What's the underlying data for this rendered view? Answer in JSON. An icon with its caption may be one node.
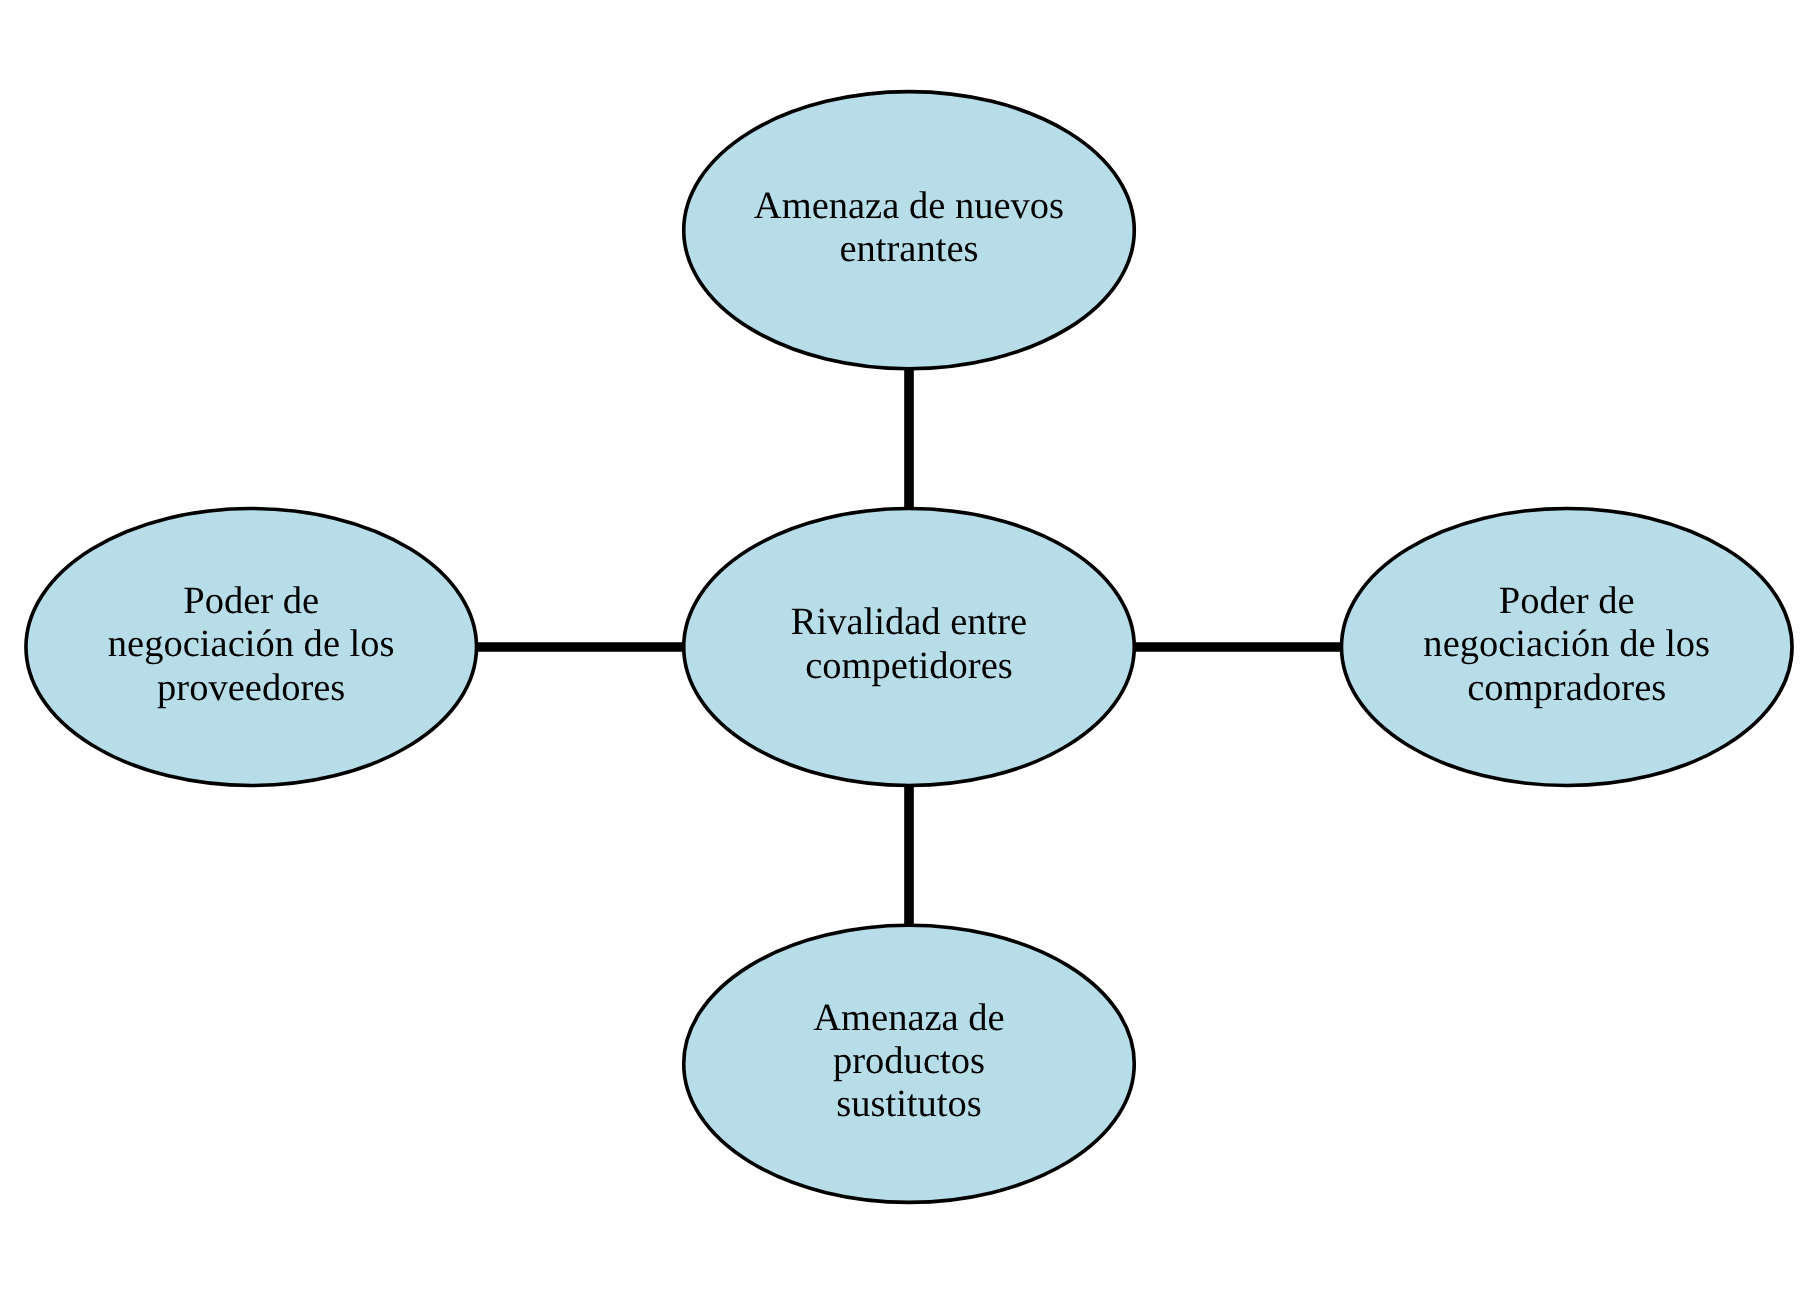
{
  "diagram": {
    "nodes": [
      {
        "text": [
          "Amenaza de nuevos entrantes"
        ]
      },
      {
        "text": [
          "Poder de negociación de los proveedores"
        ]
      },
      {
        "text": [
          "Rivalidad entre competidores"
        ]
      },
      {
        "text": [
          "Poder de negociación de los compradores"
        ]
      },
      {
        "text": [
          "Amenaza de productos sustitutos"
        ]
      }
    ],
    "edges": [
      {
        "from": 0,
        "to": 2,
        "arrow": "none"
      },
      {
        "from": 1,
        "to": 2,
        "arrow": "none"
      },
      {
        "from": 2,
        "to": 3,
        "arrow": "none"
      },
      {
        "from": 2,
        "to": 4,
        "arrow": "none"
      }
    ]
  }
}
